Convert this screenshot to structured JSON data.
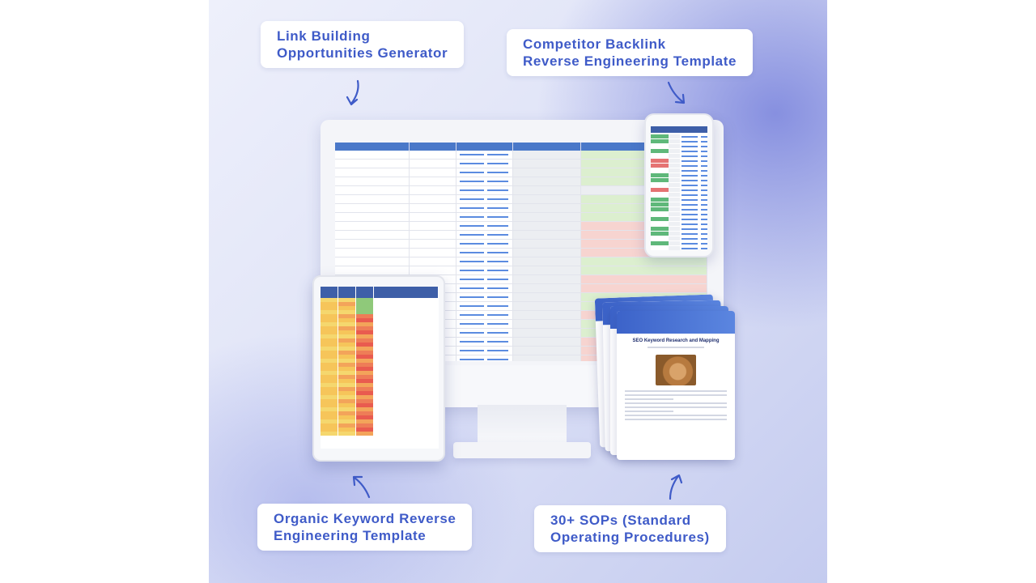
{
  "callouts": {
    "link_building": [
      "Link Building",
      "Opportunities Generator"
    ],
    "competitor_backlink": [
      "Competitor Backlink",
      "Reverse Engineering Template"
    ],
    "organic_keyword": [
      "Organic Keyword Reverse",
      "Engineering Template"
    ],
    "sops": [
      "30+ SOPs (Standard",
      "Operating Procedures)"
    ]
  },
  "sop_document": {
    "title": "SEO Keyword Research and Mapping"
  },
  "colors": {
    "accent_text": "#3f5bc8",
    "sheet_header": "#4a78c9",
    "background_gradient": "#c4cbef"
  },
  "icons": [
    "curved-arrow-down-icon",
    "curved-arrow-up-icon"
  ]
}
